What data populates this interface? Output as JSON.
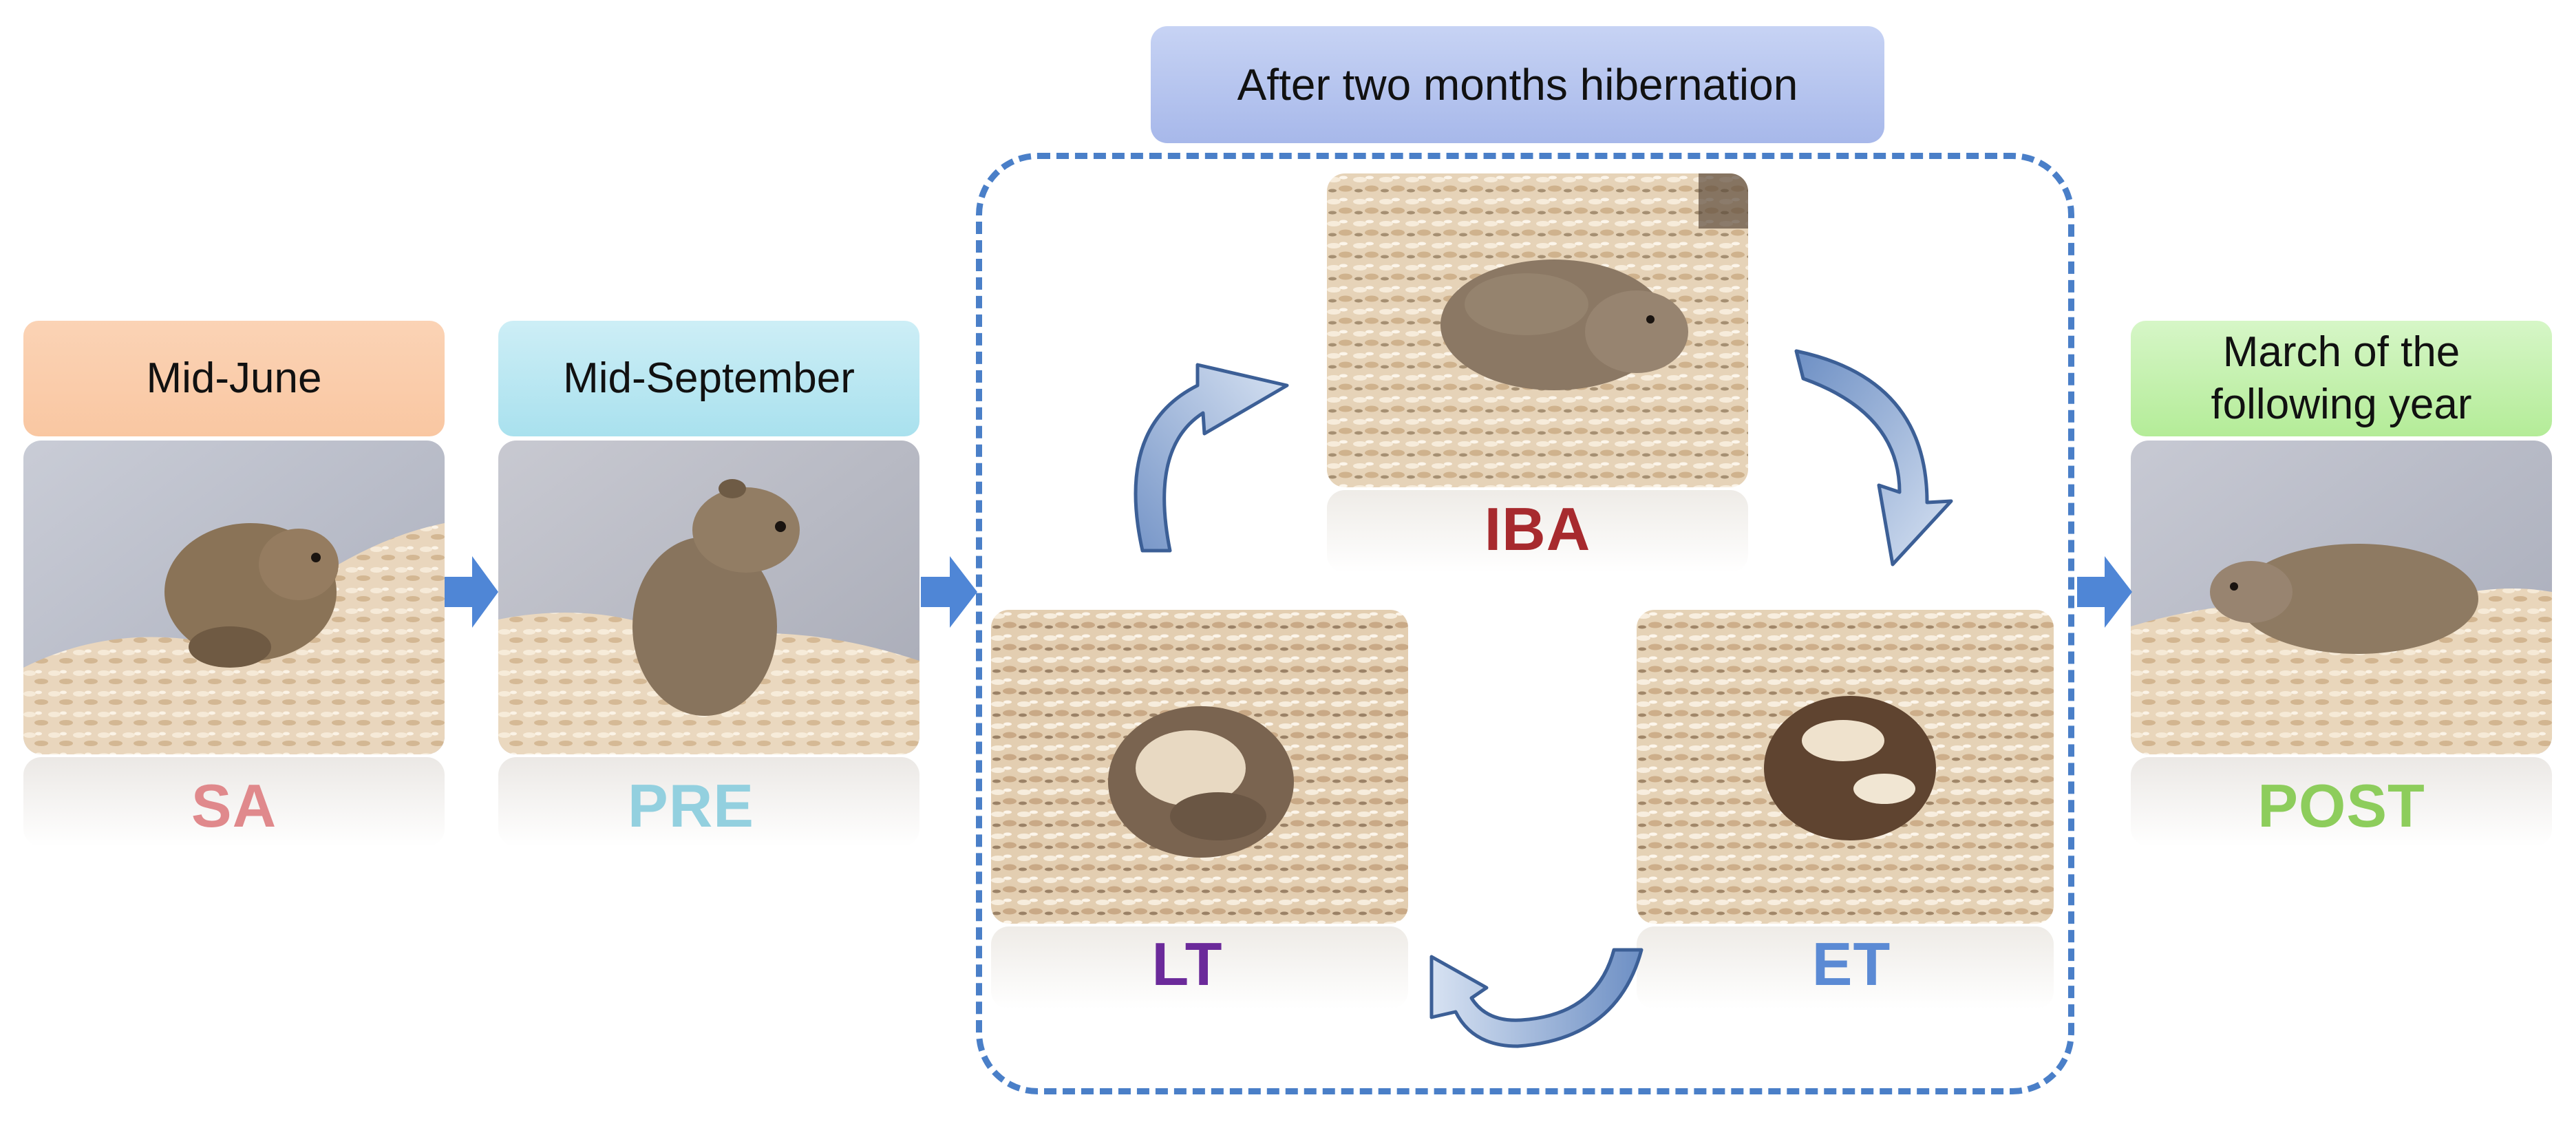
{
  "header_labels": {
    "mid_june": "Mid-June",
    "mid_september": "Mid-September",
    "hibernation_title": "After two months hibernation",
    "march_line1": "March of the",
    "march_line2": "following year"
  },
  "stage_labels": {
    "sa": "SA",
    "pre": "PRE",
    "iba": "IBA",
    "lt": "LT",
    "et": "ET",
    "post": "POST"
  },
  "colors": {
    "sa": "#e0898c",
    "pre": "#93d0df",
    "iba": "#a72a2e",
    "lt": "#6b2a9a",
    "et": "#5b8ad4",
    "post": "#8dcd5c",
    "flow_arrow": "#4f86d6",
    "cycle_arrow_fill": "#b7c9e4",
    "cycle_arrow_stroke": "#3c5f96",
    "dashed_frame": "#4a7fc8"
  },
  "icons": {
    "flow_arrow": "right-arrow-icon",
    "cycle_arrow": "curved-arrow-icon"
  }
}
